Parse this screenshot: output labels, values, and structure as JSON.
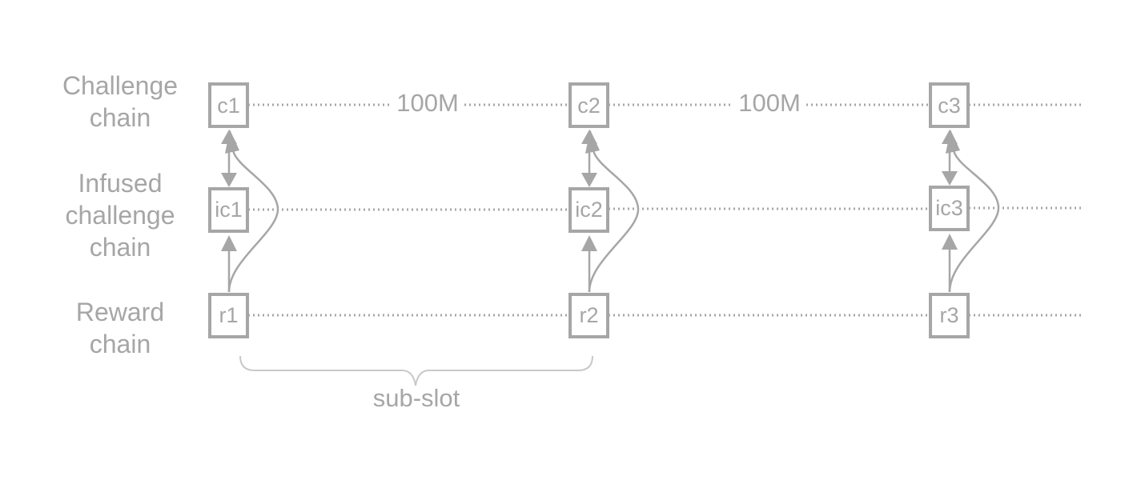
{
  "rows": {
    "challenge": [
      "Challenge",
      "chain"
    ],
    "infused": [
      "Infused",
      "challenge",
      "chain"
    ],
    "reward": [
      "Reward",
      "chain"
    ]
  },
  "nodes": {
    "c1": "c1",
    "c2": "c2",
    "c3": "c3",
    "ic1": "ic1",
    "ic2": "ic2",
    "ic3": "ic3",
    "r1": "r1",
    "r2": "r2",
    "r3": "r3"
  },
  "distances": [
    "100M",
    "100M"
  ],
  "brace_label": "sub-slot",
  "colors": {
    "line": "#a6a6a6",
    "brace": "#c8c8c8"
  }
}
